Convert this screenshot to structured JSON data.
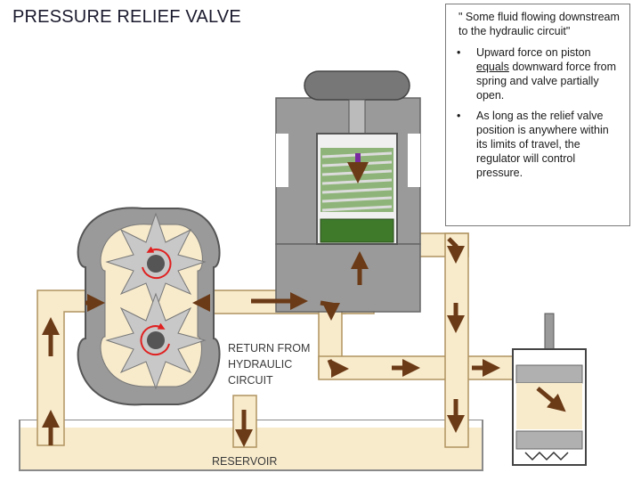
{
  "title": "PRESSURE RELIEF VALVE",
  "info": {
    "quote": "\" Some fluid flowing downstream to the hydraulic circuit\"",
    "bullets": [
      {
        "before": "Upward force on piston ",
        "underlined": "equals",
        "after": " downward force from spring and valve partially open."
      },
      {
        "before": "As long as the relief valve position is anywhere within its limits of travel, the regulator will control pressure.",
        "underlined": "",
        "after": ""
      }
    ],
    "bullet_symbol": "•"
  },
  "labels": {
    "return_line1": "RETURN FROM",
    "return_line2": "HYDRAULIC",
    "return_line3": "CIRCUIT",
    "reservoir": "RESERVOIR"
  },
  "colors": {
    "fluid": "#f8ebcc",
    "fluid_border": "#b09360",
    "arrow": "#6b3a16",
    "gear": "#c8c8c8",
    "housing": "#9a9a9a",
    "piston_green": "#3e7a2a",
    "spring_green": "#8fb47a",
    "rotation_arrow": "#e02020",
    "plunger_arrow": "#7a2aa0",
    "box_border": "#7a7a7a"
  }
}
